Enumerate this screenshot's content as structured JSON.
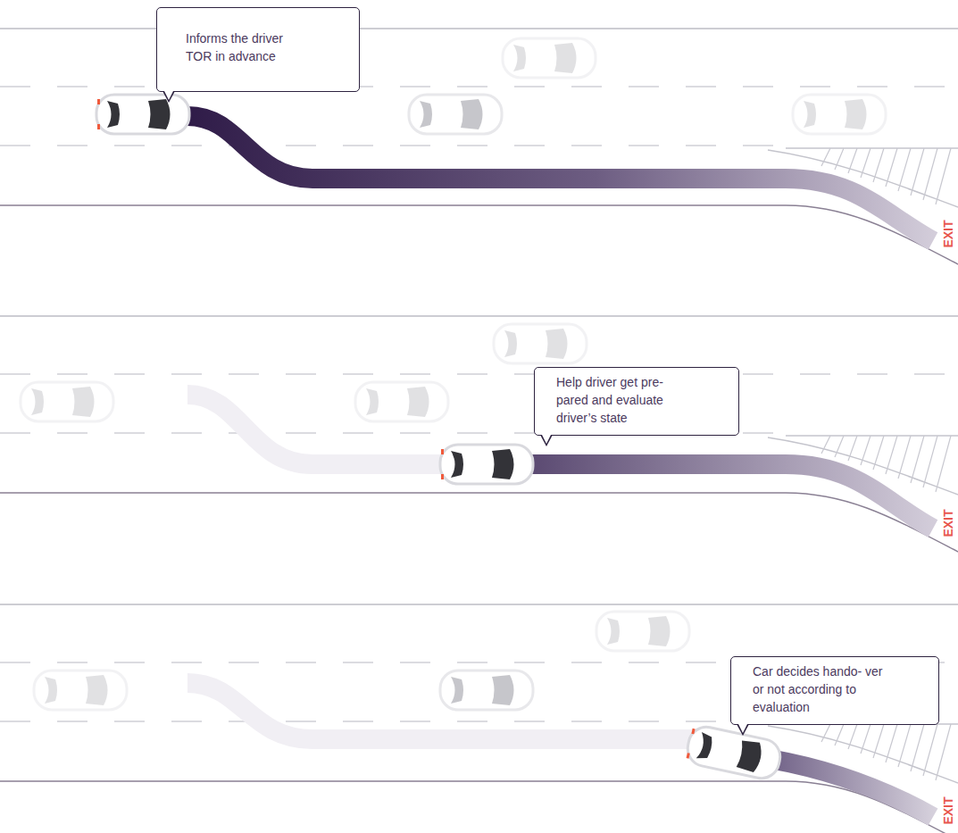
{
  "diagram": {
    "nodes": [
      {
        "text": [
          "Informs the driver TOR in advance"
        ]
      },
      {
        "text": [
          "Help driver get pre- pared and evaluate driver’s state"
        ]
      },
      {
        "text": [
          "Car decides hando- ver or not according to evaluation"
        ]
      }
    ],
    "labels": [
      "EXIT",
      "EXIT",
      "EXIT"
    ]
  }
}
